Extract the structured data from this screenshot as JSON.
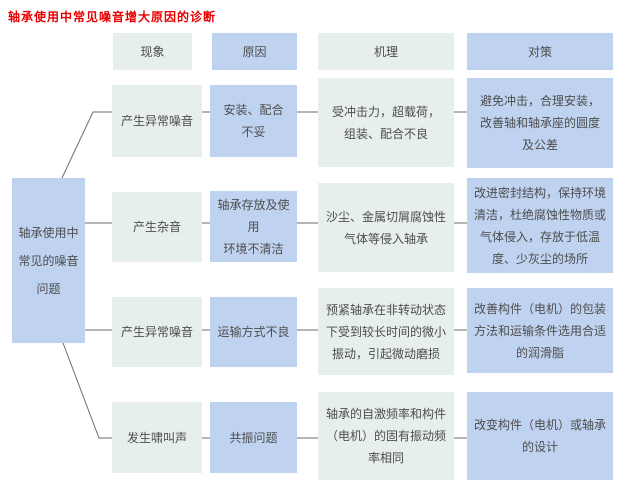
{
  "title": "轴承使用中常见噪音增大原因的诊断",
  "root": {
    "label": "轴承使用中\n常见的噪音\n问题"
  },
  "headers": {
    "phenomenon": "现象",
    "cause": "原因",
    "mechanism": "机理",
    "countermeasure": "对策"
  },
  "rows": [
    {
      "phenomenon": "产生异常噪音",
      "cause": "安装、配合\n不妥",
      "mechanism": "受冲击力，超载荷，\n组装、配合不良",
      "countermeasure": "避免冲击，合理安装，\n改善轴和轴承座的圆度\n及公差"
    },
    {
      "phenomenon": "产生杂音",
      "cause": "轴承存放及使用\n环境不清洁",
      "mechanism": "沙尘、金属切屑腐蚀性\n气体等侵入轴承",
      "countermeasure": "改进密封结构，保持环境\n清洁，杜绝腐蚀性物质或\n气体侵入，存放于低温\n度、少灰尘的场所"
    },
    {
      "phenomenon": "产生异常噪音",
      "cause": "运输方式不良",
      "mechanism": "预紧轴承在非转动状态\n下受到较长时间的微小\n振动，引起微动磨损",
      "countermeasure": "改善构件（电机）的包装\n方法和运输条件选用合适\n的润滑脂"
    },
    {
      "phenomenon": "发生啸叫声",
      "cause": "共振问题",
      "mechanism": "轴承的自激频率和构件\n（电机）的固有振动频\n率相同",
      "countermeasure": "改变构件（电机）或轴承\n的设计"
    }
  ],
  "colors": {
    "title_red": "#e80000",
    "box_blue": "#bfd3f1",
    "box_green": "#e6efe9",
    "connector_gray": "#6e6e6e",
    "text": "#4d4d4d"
  }
}
